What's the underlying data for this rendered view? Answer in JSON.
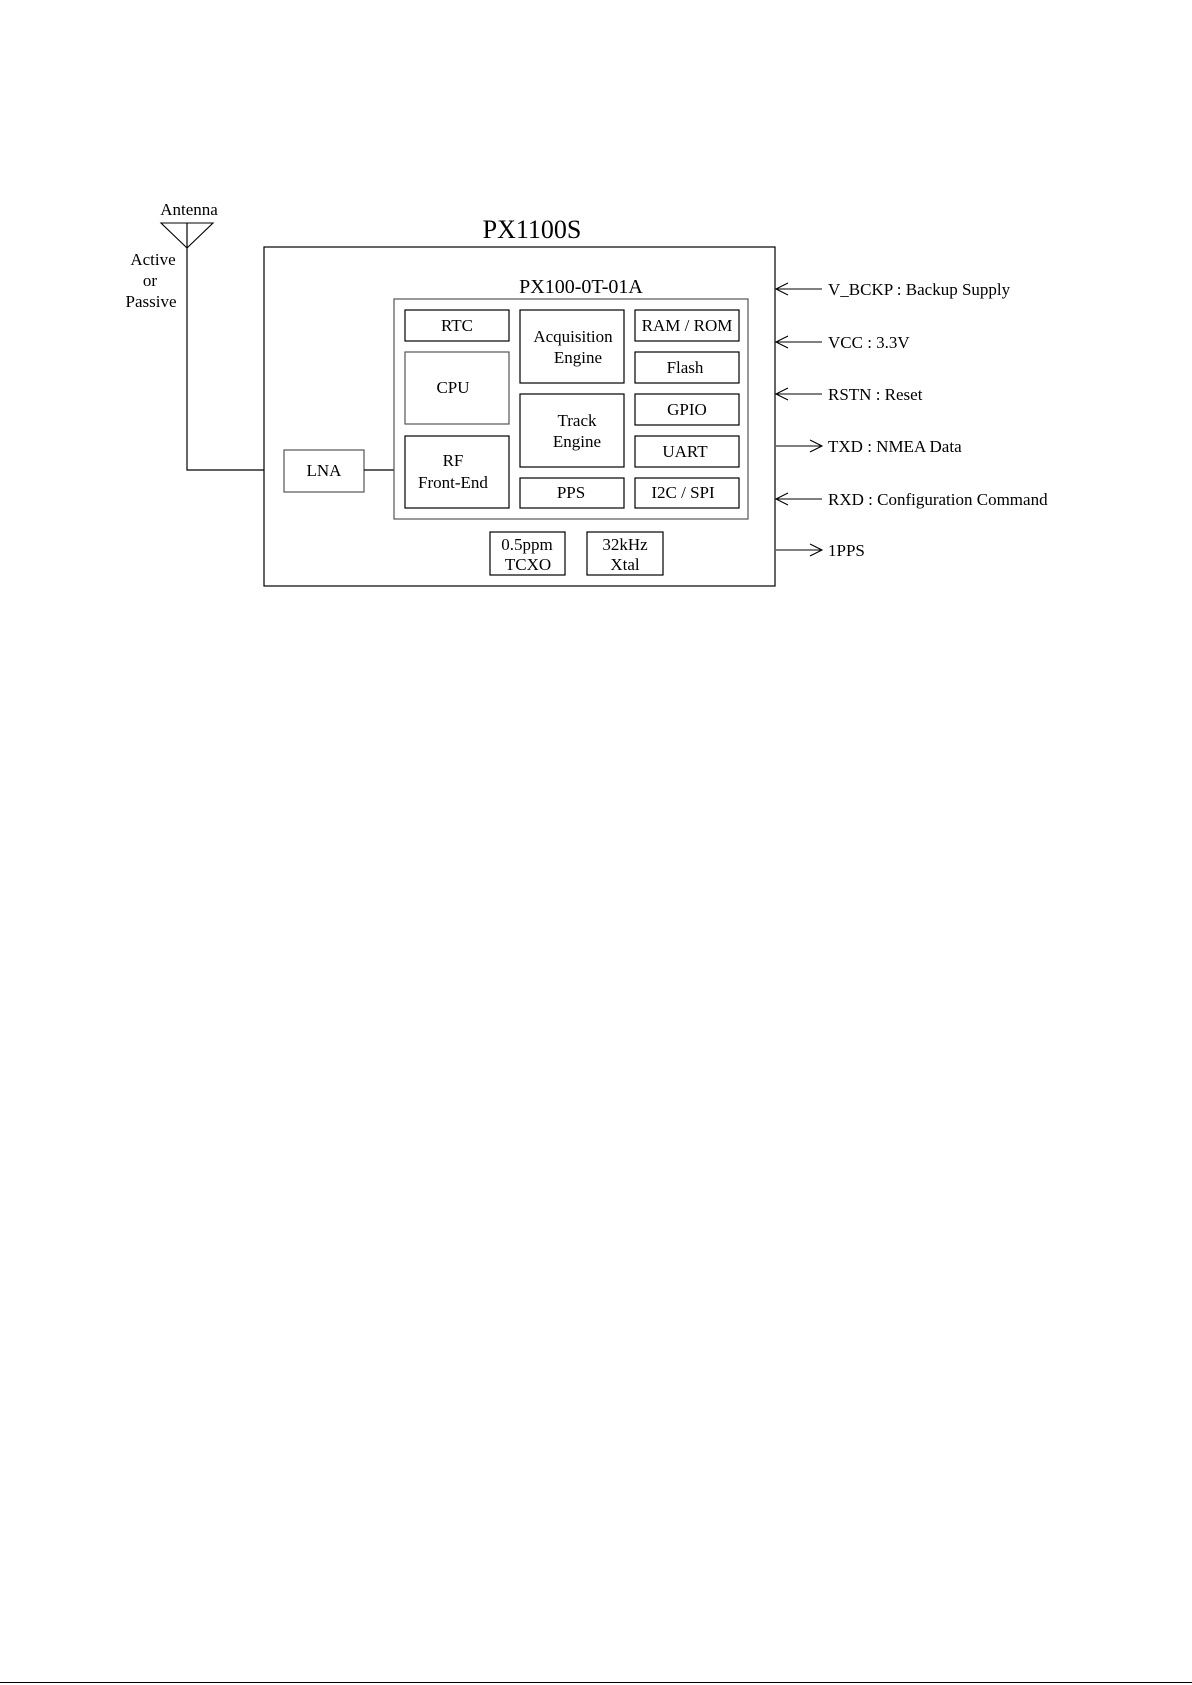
{
  "antenna": {
    "label": "Antenna",
    "type_lines": [
      "Active",
      "or",
      "Passive"
    ]
  },
  "module": {
    "title": "PX1100S"
  },
  "chip": {
    "title": "PX100-0T-01A"
  },
  "blocks": {
    "rtc": "RTC",
    "cpu": "CPU",
    "rf": [
      "RF",
      "Front-End"
    ],
    "acquisition": [
      "Acquisition",
      "Engine"
    ],
    "track": [
      "Track",
      "Engine"
    ],
    "pps": "PPS",
    "ram_rom": "RAM / ROM",
    "flash": "Flash",
    "gpio": "GPIO",
    "uart": "UART",
    "i2c_spi": "I2C / SPI",
    "lna": "LNA"
  },
  "oscillators": {
    "tcxo": [
      "0.5ppm",
      "TCXO"
    ],
    "xtal": [
      "32kHz",
      "Xtal"
    ]
  },
  "signals": [
    {
      "label": "V_BCKP : Backup Supply",
      "direction": "in"
    },
    {
      "label": "VCC : 3.3V",
      "direction": "in"
    },
    {
      "label": "RSTN : Reset",
      "direction": "in"
    },
    {
      "label": "TXD : NMEA Data",
      "direction": "out"
    },
    {
      "label": "RXD : Configuration Command",
      "direction": "in"
    },
    {
      "label": "1PPS",
      "direction": "out"
    }
  ]
}
